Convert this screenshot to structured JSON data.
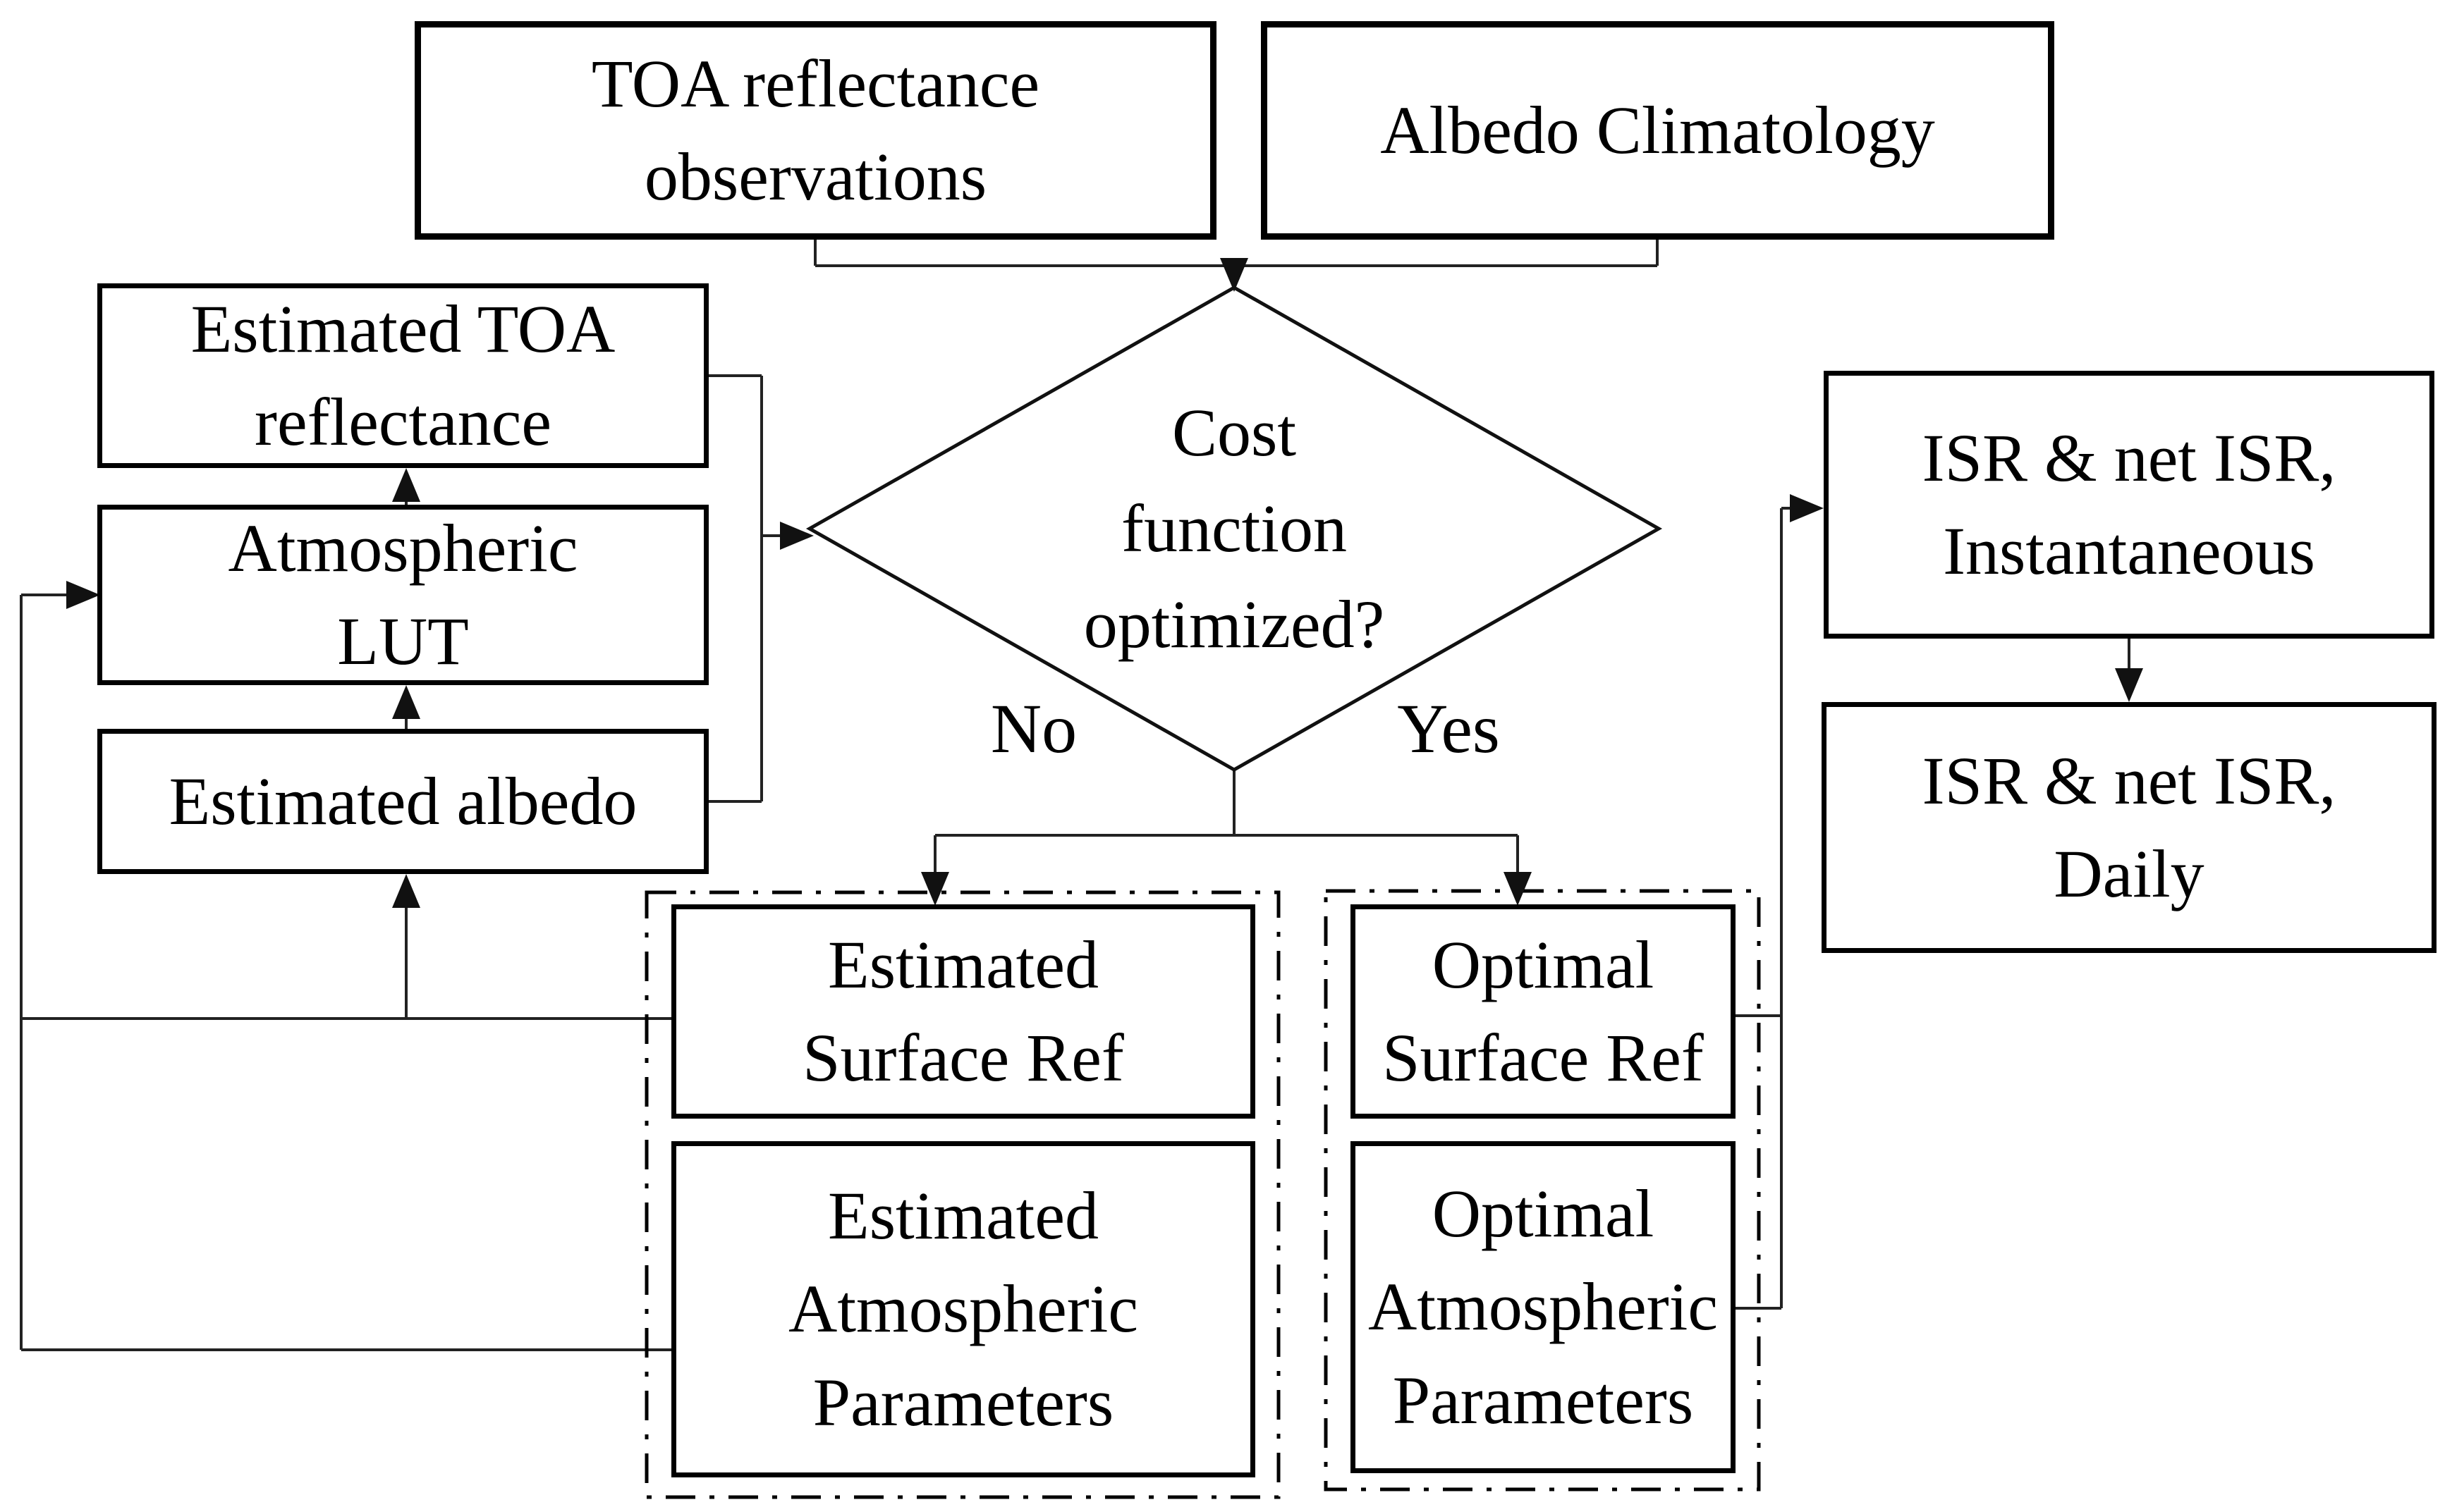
{
  "colors": {
    "line": "#222222",
    "box_border": "#000000",
    "background": "#ffffff"
  },
  "nodes": {
    "toa_obs": {
      "lines": [
        "TOA reflectance",
        "observations"
      ]
    },
    "albedo_clim": {
      "lines": [
        "Albedo Climatology"
      ]
    },
    "est_toa": {
      "lines": [
        "Estimated TOA",
        "reflectance"
      ]
    },
    "atm_lut": {
      "lines": [
        "Atmospheric",
        "LUT"
      ]
    },
    "est_albedo": {
      "lines": [
        "Estimated albedo"
      ]
    },
    "est_surf": {
      "lines": [
        "Estimated",
        "Surface Ref"
      ]
    },
    "est_atm": {
      "lines": [
        "Estimated",
        "Atmospheric",
        "Parameters"
      ]
    },
    "opt_surf": {
      "lines": [
        "Optimal",
        "Surface Ref"
      ]
    },
    "opt_atm": {
      "lines": [
        "Optimal",
        "Atmospheric",
        "Parameters"
      ]
    },
    "isr_inst": {
      "lines": [
        "ISR & net ISR,",
        "Instantaneous"
      ]
    },
    "isr_daily": {
      "lines": [
        "ISR & net ISR,",
        "Daily"
      ]
    }
  },
  "decision": {
    "lines": [
      "Cost",
      "function",
      "optimized?"
    ],
    "no_label": "No",
    "yes_label": "Yes"
  }
}
